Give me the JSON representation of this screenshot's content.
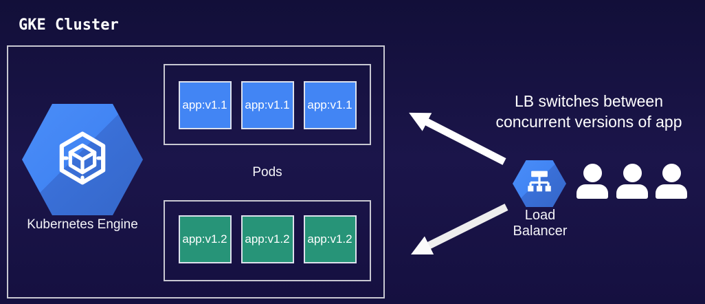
{
  "title": "GKE Cluster",
  "cluster": {
    "engine_label": "Kubernetes Engine",
    "pods_label": "Pods",
    "pods_v1": [
      "app:v1.1",
      "app:v1.1",
      "app:v1.1"
    ],
    "pods_v2": [
      "app:v1.2",
      "app:v1.2",
      "app:v1.2"
    ]
  },
  "annotation": {
    "line1": "LB switches between",
    "line2": "concurrent versions of app"
  },
  "load_balancer": {
    "label_line1": "Load",
    "label_line2": "Balancer"
  },
  "users": {
    "count": 3
  },
  "icons": {
    "kubernetes_engine": "gke-hexagon-cube-icon",
    "load_balancer": "lb-network-tree-icon",
    "user": "user-silhouette-icon",
    "arrows": "traffic-arrow-icon"
  },
  "colors": {
    "background": "#1B154A",
    "google_blue": "#4285F4",
    "teal_green": "#279478",
    "box_border": "#C8C8D2",
    "text": "#FFFFFF"
  }
}
